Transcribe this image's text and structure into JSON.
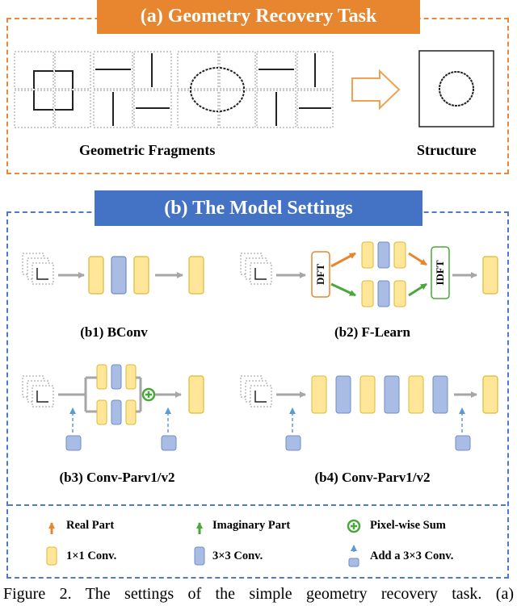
{
  "panel_a": {
    "header": "(a) Geometry Recovery Task",
    "fragments_label": "Geometric Fragments",
    "structure_label": "Structure"
  },
  "panel_b": {
    "header": "(b) The Model Settings",
    "b1_label": "(b1) BConv",
    "b2_label": "(b2) F-Learn",
    "b3_label": "(b3) Conv-Parv1/v2",
    "b4_label": "(b4) Conv-Parv1/v2",
    "dft_label": "DFT",
    "idft_label": "IDFT"
  },
  "legend": {
    "real_part": "Real Part",
    "imaginary_part": "Imaginary Part",
    "pixel_sum": "Pixel-wise Sum",
    "conv1x1": "1×1 Conv.",
    "conv3x3": "3×3 Conv.",
    "add_conv": "Add a 3×3 Conv."
  },
  "caption": "Figure 2. The settings of the simple geometry recovery task. (a)",
  "colors": {
    "orange": "#E8862F",
    "blue": "#4472C4",
    "yellow_block": "#FFE699",
    "yellow_border": "#E0B830",
    "blue_block": "#A9BCE3",
    "blue_border": "#6F8CC8",
    "green": "#4AA83A",
    "arrow_gray": "#A6A6A6",
    "light_blue_arrow": "#5B9BD5"
  }
}
